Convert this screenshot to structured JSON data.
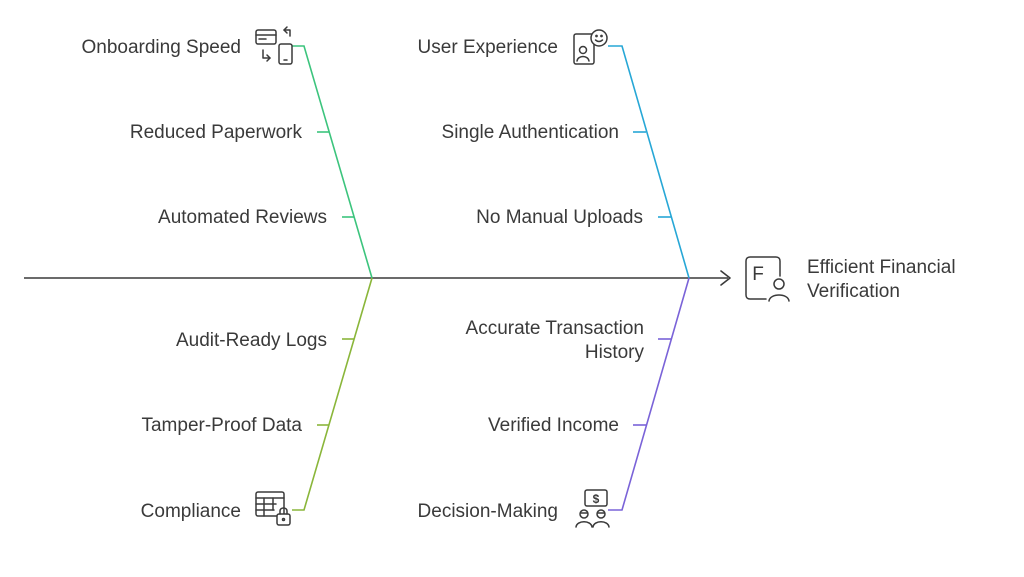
{
  "effect": {
    "line1": "Efficient Financial",
    "line2": "Verification",
    "icon": "finance-person-icon"
  },
  "colors": {
    "onboarding": "#3cc47d",
    "user_experience": "#27a7d6",
    "compliance": "#8ab63a",
    "decision": "#7a63d8",
    "spine": "#3a3a3a"
  },
  "branches": {
    "onboarding": {
      "title": "Onboarding Speed",
      "icon": "phone-transfer-icon",
      "items": [
        "Reduced Paperwork",
        "Automated Reviews"
      ]
    },
    "user_experience": {
      "title": "User Experience",
      "icon": "user-happy-icon",
      "items": [
        "Single Authentication",
        "No Manual Uploads"
      ]
    },
    "compliance": {
      "title": "Compliance",
      "icon": "table-lock-icon",
      "items": [
        "Tamper-Proof Data",
        "Audit-Ready Logs"
      ]
    },
    "decision": {
      "title": "Decision-Making",
      "icon": "people-money-icon",
      "items": [
        "Verified Income"
      ],
      "item_multiline": {
        "line1": "Accurate Transaction",
        "line2": "History"
      }
    }
  }
}
